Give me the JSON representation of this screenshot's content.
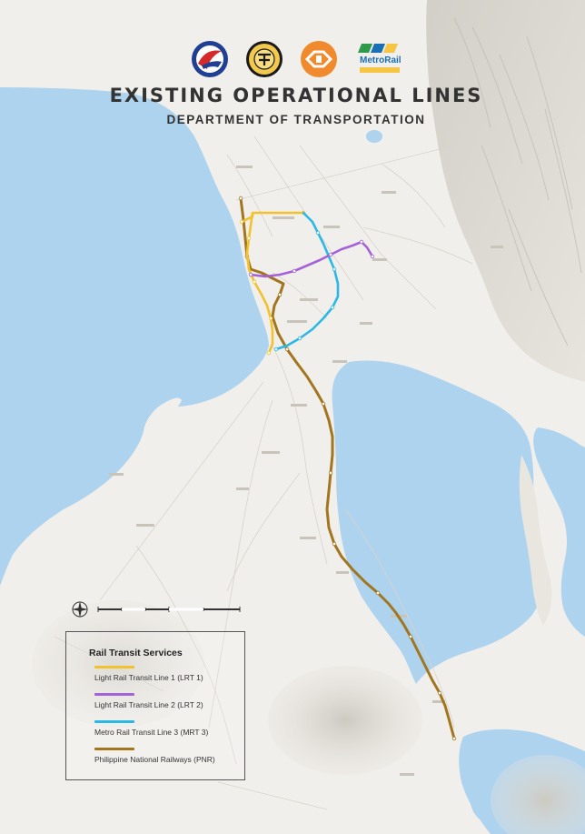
{
  "header": {
    "title": "EXISTING OPERATIONAL LINES",
    "subtitle": "DEPARTMENT OF TRANSPORTATION"
  },
  "logos": [
    {
      "name": "dotr-seal",
      "colors": [
        "#1f3f93",
        "#d62a2a",
        "#ffffff"
      ]
    },
    {
      "name": "pnr-seal",
      "colors": [
        "#f2c94c",
        "#1a1a1a"
      ]
    },
    {
      "name": "lrta-logo",
      "colors": [
        "#f08a2c",
        "#ffffff"
      ]
    },
    {
      "name": "metrorail-logo",
      "text": "MetroRail",
      "colors": [
        "#1b6fb3",
        "#f6c543",
        "#2f9a4a"
      ]
    }
  ],
  "legend": {
    "title": "Rail Transit Services",
    "items": [
      {
        "label": "Light Rail Transit Line 1 (LRT 1)",
        "color": "#f2c12e"
      },
      {
        "label": "Light Rail Transit Line 2 (LRT 2)",
        "color": "#a461d8"
      },
      {
        "label": "Metro Rail Transit Line 3 (MRT 3)",
        "color": "#2bb8e6"
      },
      {
        "label": "Philippine National Railways (PNR)",
        "color": "#a1761e"
      }
    ]
  },
  "map": {
    "water_color": "#aed3ee",
    "land_color": "#f1efeb",
    "mountain_color": "#d9d6cf",
    "route_colors": {
      "lrt1": "#f2c12e",
      "lrt2": "#a461d8",
      "mrt3": "#2bb8e6",
      "pnr": "#a1761e"
    }
  },
  "scale": {
    "icon": "compass-rose-icon"
  }
}
